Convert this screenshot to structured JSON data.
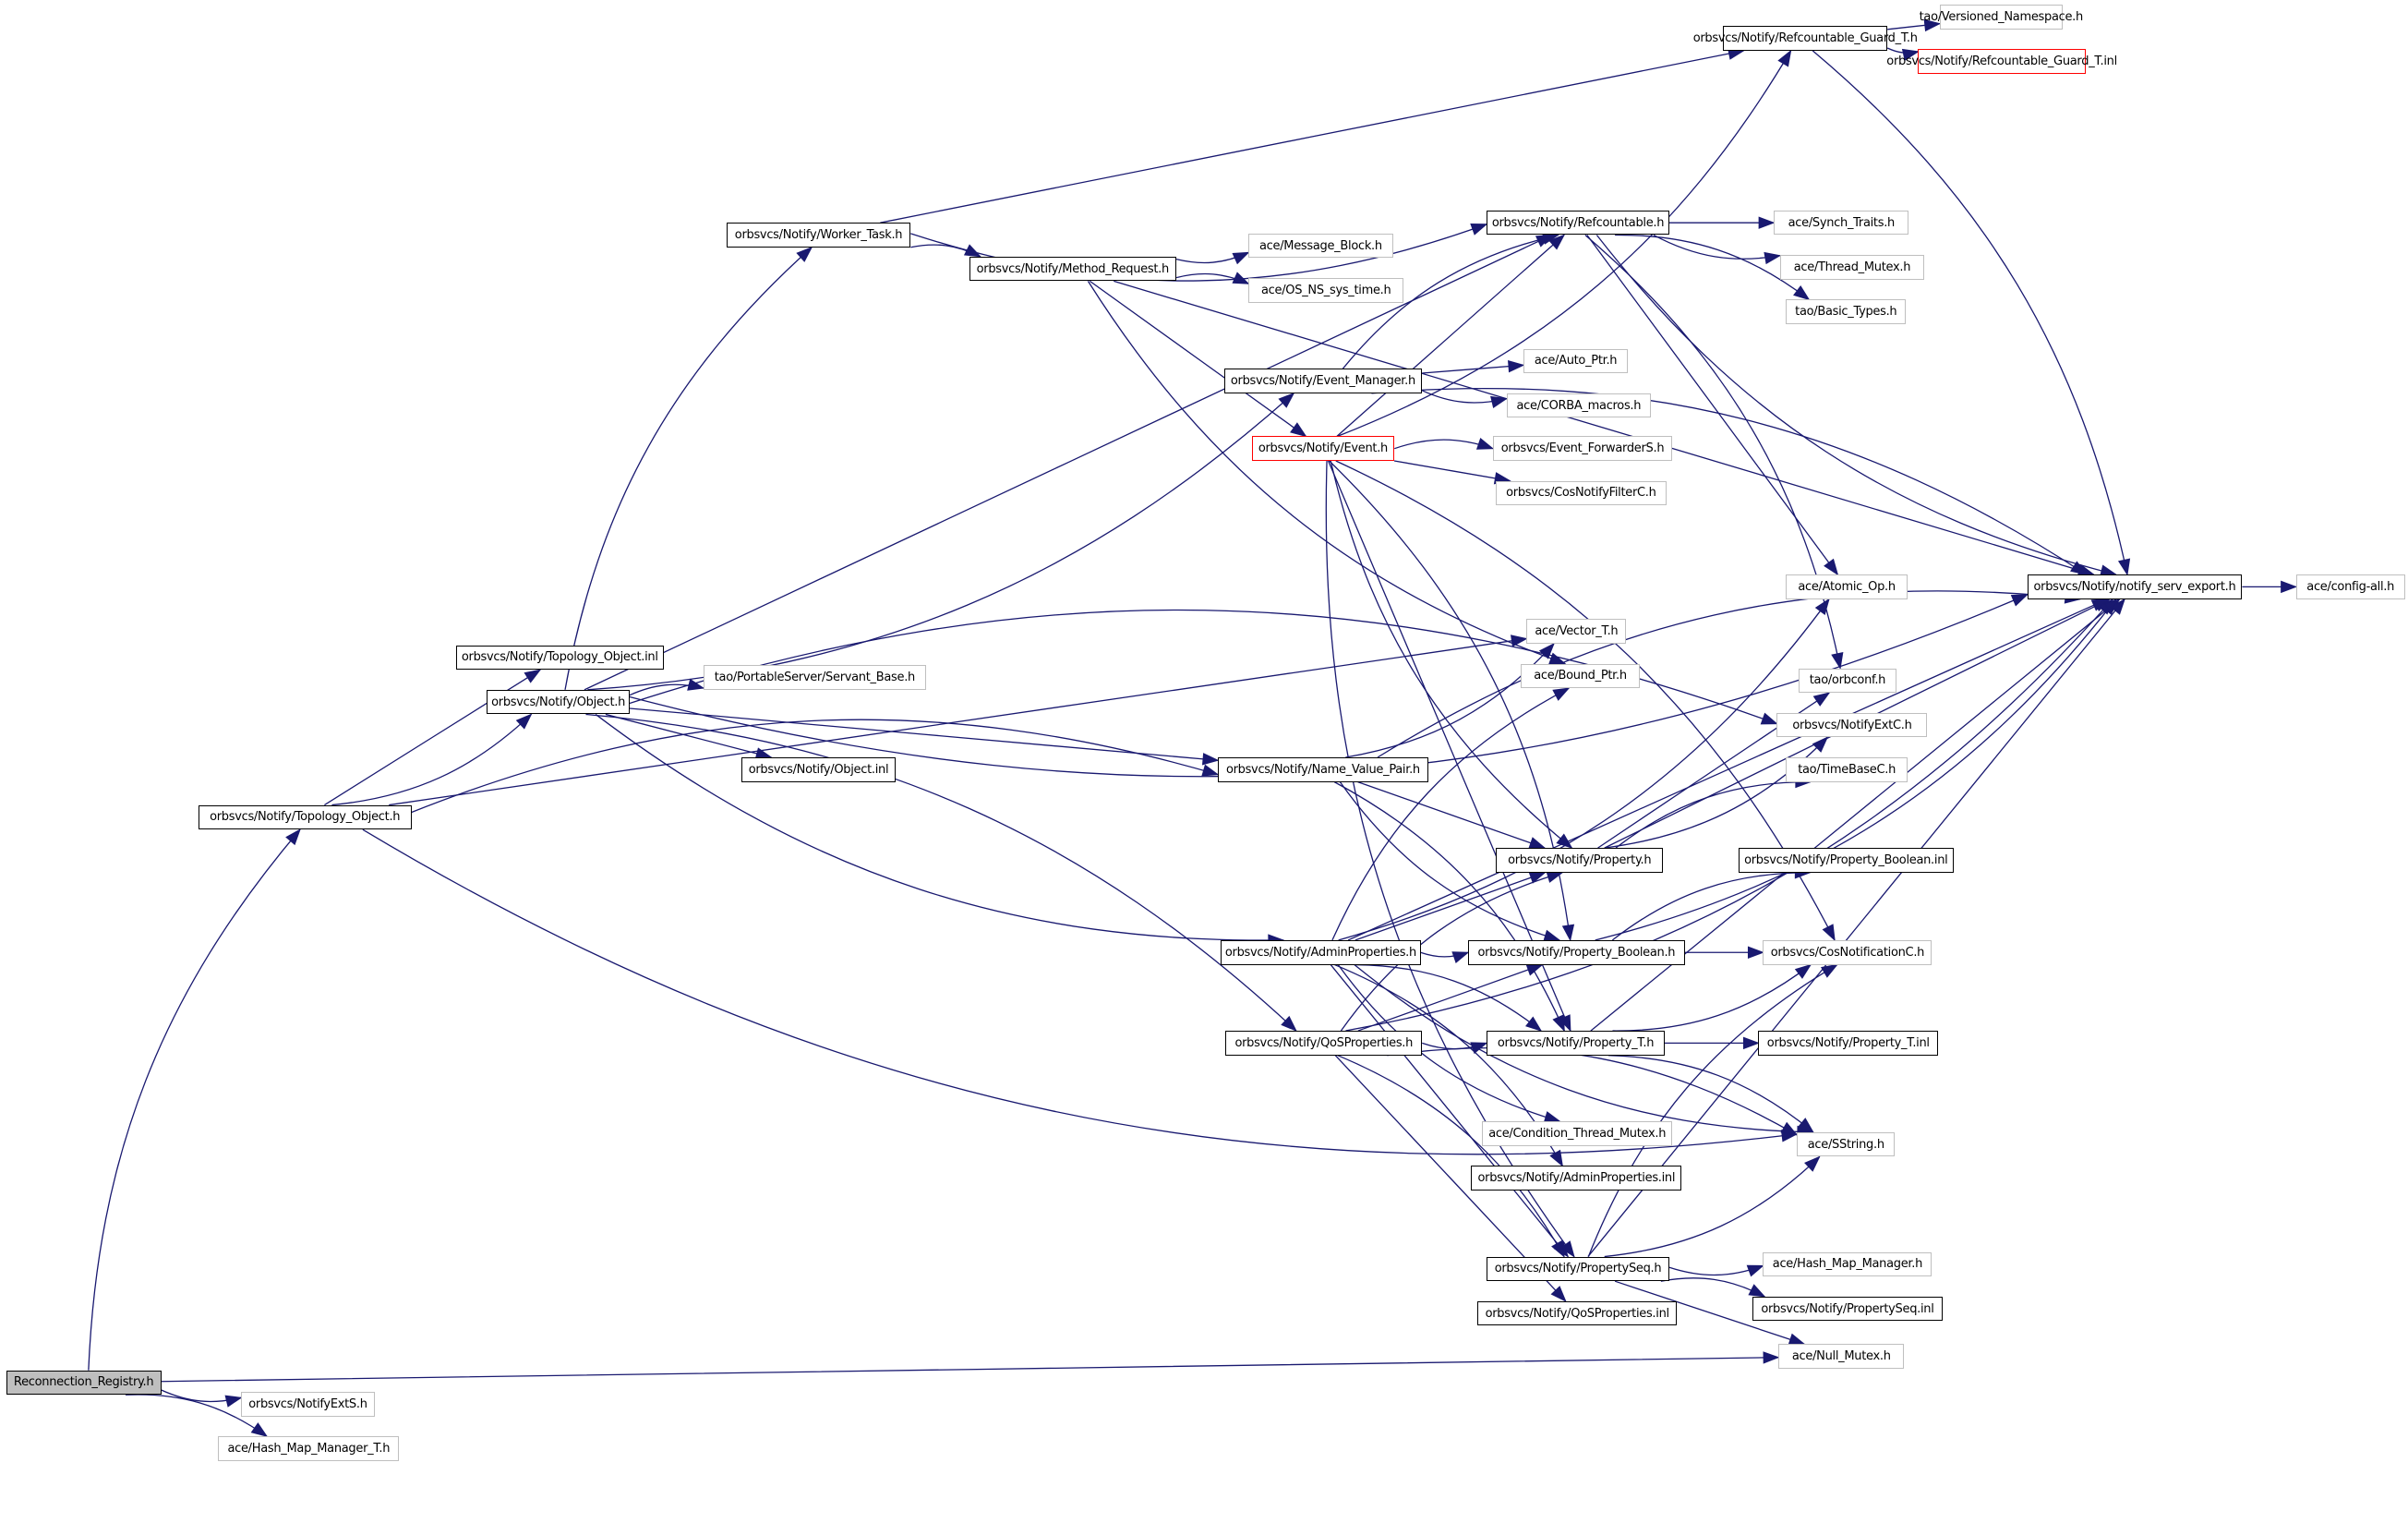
{
  "graph": {
    "title": "Reconnection_Registry.h include dependency graph",
    "colors": {
      "edge": "#191970",
      "documented_border": "#000000",
      "external_border": "#bfbfbf",
      "error_border": "#ff0000",
      "root_fill": "#bfbfbf"
    },
    "nodes": [
      {
        "id": "reconnection_registry",
        "label": "Reconnection_Registry.h",
        "kind": "root"
      },
      {
        "id": "notifyexts",
        "label": "orbsvcs/NotifyExtS.h",
        "kind": "external"
      },
      {
        "id": "hash_map_manager_t",
        "label": "ace/Hash_Map_Manager_T.h",
        "kind": "external"
      },
      {
        "id": "topology_object_h",
        "label": "orbsvcs/Notify/Topology_Object.h",
        "kind": "documented"
      },
      {
        "id": "topology_object_inl",
        "label": "orbsvcs/Notify/Topology_Object.inl",
        "kind": "documented"
      },
      {
        "id": "object_h",
        "label": "orbsvcs/Notify/Object.h",
        "kind": "documented"
      },
      {
        "id": "servant_base",
        "label": "tao/PortableServer/Servant_Base.h",
        "kind": "external"
      },
      {
        "id": "object_inl",
        "label": "orbsvcs/Notify/Object.inl",
        "kind": "documented"
      },
      {
        "id": "worker_task",
        "label": "orbsvcs/Notify/Worker_Task.h",
        "kind": "documented"
      },
      {
        "id": "method_request",
        "label": "orbsvcs/Notify/Method_Request.h",
        "kind": "documented"
      },
      {
        "id": "message_block",
        "label": "ace/Message_Block.h",
        "kind": "external"
      },
      {
        "id": "os_ns_sys_time",
        "label": "ace/OS_NS_sys_time.h",
        "kind": "external"
      },
      {
        "id": "event_manager",
        "label": "orbsvcs/Notify/Event_Manager.h",
        "kind": "documented"
      },
      {
        "id": "auto_ptr",
        "label": "ace/Auto_Ptr.h",
        "kind": "external"
      },
      {
        "id": "corba_macros",
        "label": "ace/CORBA_macros.h",
        "kind": "external"
      },
      {
        "id": "event_h",
        "label": "orbsvcs/Notify/Event.h",
        "kind": "error"
      },
      {
        "id": "event_forwarders",
        "label": "orbsvcs/Event_ForwarderS.h",
        "kind": "external"
      },
      {
        "id": "cosnotifyfilterc",
        "label": "orbsvcs/CosNotifyFilterC.h",
        "kind": "external"
      },
      {
        "id": "refcountable_guard_t_h",
        "label": "orbsvcs/Notify/Refcountable_Guard_T.h",
        "kind": "documented"
      },
      {
        "id": "versioned_namespace",
        "label": "tao/Versioned_Namespace.h",
        "kind": "external"
      },
      {
        "id": "refcountable_guard_t_inl",
        "label": "orbsvcs/Notify/Refcountable_Guard_T.inl",
        "kind": "error"
      },
      {
        "id": "refcountable_h",
        "label": "orbsvcs/Notify/Refcountable.h",
        "kind": "documented"
      },
      {
        "id": "synch_traits",
        "label": "ace/Synch_Traits.h",
        "kind": "external"
      },
      {
        "id": "thread_mutex",
        "label": "ace/Thread_Mutex.h",
        "kind": "external"
      },
      {
        "id": "basic_types",
        "label": "tao/Basic_Types.h",
        "kind": "external"
      },
      {
        "id": "atomic_op",
        "label": "ace/Atomic_Op.h",
        "kind": "external"
      },
      {
        "id": "notify_serv_export",
        "label": "orbsvcs/Notify/notify_serv_export.h",
        "kind": "documented"
      },
      {
        "id": "config_all",
        "label": "ace/config-all.h",
        "kind": "external"
      },
      {
        "id": "vector_t",
        "label": "ace/Vector_T.h",
        "kind": "external"
      },
      {
        "id": "bound_ptr",
        "label": "ace/Bound_Ptr.h",
        "kind": "external"
      },
      {
        "id": "orbconf",
        "label": "tao/orbconf.h",
        "kind": "external"
      },
      {
        "id": "notifyextc",
        "label": "orbsvcs/NotifyExtC.h",
        "kind": "external"
      },
      {
        "id": "timebasec",
        "label": "tao/TimeBaseC.h",
        "kind": "external"
      },
      {
        "id": "name_value_pair",
        "label": "orbsvcs/Notify/Name_Value_Pair.h",
        "kind": "documented"
      },
      {
        "id": "property_h",
        "label": "orbsvcs/Notify/Property.h",
        "kind": "documented"
      },
      {
        "id": "property_boolean_inl",
        "label": "orbsvcs/Notify/Property_Boolean.inl",
        "kind": "documented"
      },
      {
        "id": "adminproperties_h",
        "label": "orbsvcs/Notify/AdminProperties.h",
        "kind": "documented"
      },
      {
        "id": "property_boolean_h",
        "label": "orbsvcs/Notify/Property_Boolean.h",
        "kind": "documented"
      },
      {
        "id": "cosnotificationc",
        "label": "orbsvcs/CosNotificationC.h",
        "kind": "external"
      },
      {
        "id": "qosproperties_h",
        "label": "orbsvcs/Notify/QoSProperties.h",
        "kind": "documented"
      },
      {
        "id": "property_t_h",
        "label": "orbsvcs/Notify/Property_T.h",
        "kind": "documented"
      },
      {
        "id": "property_t_inl",
        "label": "orbsvcs/Notify/Property_T.inl",
        "kind": "documented"
      },
      {
        "id": "condition_thread_mutex",
        "label": "ace/Condition_Thread_Mutex.h",
        "kind": "external"
      },
      {
        "id": "sstring",
        "label": "ace/SString.h",
        "kind": "external"
      },
      {
        "id": "adminproperties_inl",
        "label": "orbsvcs/Notify/AdminProperties.inl",
        "kind": "documented"
      },
      {
        "id": "propertyseq_h",
        "label": "orbsvcs/Notify/PropertySeq.h",
        "kind": "documented"
      },
      {
        "id": "hash_map_manager",
        "label": "ace/Hash_Map_Manager.h",
        "kind": "external"
      },
      {
        "id": "propertyseq_inl",
        "label": "orbsvcs/Notify/PropertySeq.inl",
        "kind": "documented"
      },
      {
        "id": "qosproperties_inl",
        "label": "orbsvcs/Notify/QoSProperties.inl",
        "kind": "documented"
      },
      {
        "id": "null_mutex",
        "label": "ace/Null_Mutex.h",
        "kind": "external"
      }
    ],
    "edges": [
      [
        "reconnection_registry",
        "topology_object_h"
      ],
      [
        "reconnection_registry",
        "null_mutex"
      ],
      [
        "reconnection_registry",
        "notifyexts"
      ],
      [
        "reconnection_registry",
        "hash_map_manager_t"
      ],
      [
        "topology_object_h",
        "topology_object_inl"
      ],
      [
        "topology_object_h",
        "object_h"
      ],
      [
        "topology_object_h",
        "name_value_pair"
      ],
      [
        "topology_object_h",
        "vector_t"
      ],
      [
        "topology_object_h",
        "sstring"
      ],
      [
        "object_h",
        "worker_task"
      ],
      [
        "object_h",
        "refcountable_h"
      ],
      [
        "object_h",
        "event_manager"
      ],
      [
        "object_h",
        "servant_base"
      ],
      [
        "object_h",
        "object_inl"
      ],
      [
        "object_h",
        "notify_serv_export"
      ],
      [
        "object_h",
        "notifyextc"
      ],
      [
        "object_h",
        "name_value_pair"
      ],
      [
        "object_h",
        "adminproperties_h"
      ],
      [
        "object_h",
        "qosproperties_h"
      ],
      [
        "worker_task",
        "refcountable_guard_t_h"
      ],
      [
        "worker_task",
        "refcountable_h"
      ],
      [
        "worker_task",
        "method_request"
      ],
      [
        "method_request",
        "notify_serv_export"
      ],
      [
        "method_request",
        "message_block"
      ],
      [
        "method_request",
        "os_ns_sys_time"
      ],
      [
        "method_request",
        "event_h"
      ],
      [
        "method_request",
        "bound_ptr"
      ],
      [
        "event_manager",
        "refcountable_h"
      ],
      [
        "event_manager",
        "auto_ptr"
      ],
      [
        "event_manager",
        "corba_macros"
      ],
      [
        "event_manager",
        "notify_serv_export"
      ],
      [
        "event_h",
        "refcountable_h"
      ],
      [
        "event_h",
        "refcountable_guard_t_h"
      ],
      [
        "event_h",
        "event_forwarders"
      ],
      [
        "event_h",
        "cosnotifyfilterc"
      ],
      [
        "event_h",
        "property_h"
      ],
      [
        "event_h",
        "property_boolean_h"
      ],
      [
        "event_h",
        "property_t_h"
      ],
      [
        "event_h",
        "propertyseq_h"
      ],
      [
        "event_h",
        "cosnotificationc"
      ],
      [
        "refcountable_guard_t_h",
        "versioned_namespace"
      ],
      [
        "refcountable_guard_t_h",
        "refcountable_guard_t_inl"
      ],
      [
        "refcountable_guard_t_h",
        "notify_serv_export"
      ],
      [
        "refcountable_h",
        "synch_traits"
      ],
      [
        "refcountable_h",
        "thread_mutex"
      ],
      [
        "refcountable_h",
        "basic_types"
      ],
      [
        "refcountable_h",
        "atomic_op"
      ],
      [
        "refcountable_h",
        "notify_serv_export"
      ],
      [
        "refcountable_h",
        "orbconf"
      ],
      [
        "notify_serv_export",
        "config_all"
      ],
      [
        "name_value_pair",
        "vector_t"
      ],
      [
        "name_value_pair",
        "notify_serv_export"
      ],
      [
        "name_value_pair",
        "property_h"
      ],
      [
        "name_value_pair",
        "property_boolean_h"
      ],
      [
        "name_value_pair",
        "property_t_h"
      ],
      [
        "property_h",
        "orbconf"
      ],
      [
        "property_h",
        "notifyextc"
      ],
      [
        "property_h",
        "timebasec"
      ],
      [
        "property_h",
        "notify_serv_export"
      ],
      [
        "adminproperties_h",
        "atomic_op"
      ],
      [
        "adminproperties_h",
        "bound_ptr"
      ],
      [
        "adminproperties_h",
        "property_h"
      ],
      [
        "adminproperties_h",
        "property_boolean_h"
      ],
      [
        "adminproperties_h",
        "property_t_h"
      ],
      [
        "adminproperties_h",
        "notify_serv_export"
      ],
      [
        "adminproperties_h",
        "condition_thread_mutex"
      ],
      [
        "adminproperties_h",
        "adminproperties_inl"
      ],
      [
        "adminproperties_h",
        "propertyseq_h"
      ],
      [
        "adminproperties_h",
        "sstring"
      ],
      [
        "property_boolean_h",
        "property_boolean_inl"
      ],
      [
        "property_boolean_h",
        "cosnotificationc"
      ],
      [
        "property_boolean_h",
        "notify_serv_export"
      ],
      [
        "qosproperties_h",
        "property_h"
      ],
      [
        "qosproperties_h",
        "property_boolean_h"
      ],
      [
        "qosproperties_h",
        "property_t_h"
      ],
      [
        "qosproperties_h",
        "propertyseq_h"
      ],
      [
        "qosproperties_h",
        "qosproperties_inl"
      ],
      [
        "qosproperties_h",
        "notify_serv_export"
      ],
      [
        "qosproperties_h",
        "sstring"
      ],
      [
        "property_t_h",
        "property_t_inl"
      ],
      [
        "property_t_h",
        "cosnotificationc"
      ],
      [
        "property_t_h",
        "sstring"
      ],
      [
        "property_t_h",
        "notify_serv_export"
      ],
      [
        "propertyseq_h",
        "hash_map_manager"
      ],
      [
        "propertyseq_h",
        "propertyseq_inl"
      ],
      [
        "propertyseq_h",
        "null_mutex"
      ],
      [
        "propertyseq_h",
        "sstring"
      ],
      [
        "propertyseq_h",
        "cosnotificationc"
      ],
      [
        "propertyseq_h",
        "notify_serv_export"
      ]
    ]
  }
}
